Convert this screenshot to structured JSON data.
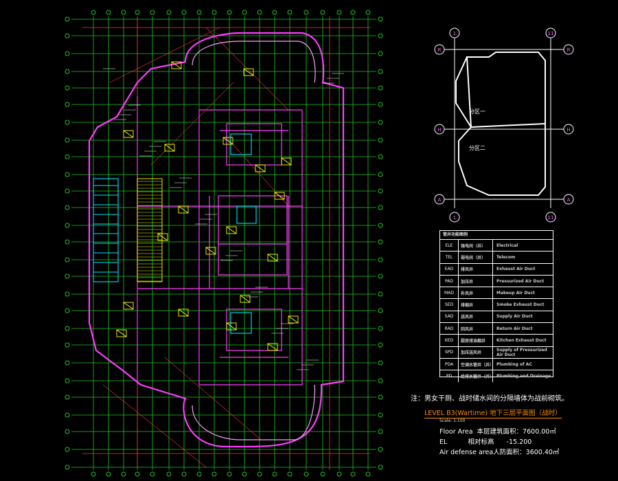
{
  "plan": {
    "grid_labels": {
      "top_left": "1",
      "top_right": "11",
      "left_top": "R",
      "right_top": "R",
      "left_mid": "H",
      "right_mid": "H",
      "left_bottom": "A",
      "right_bottom": "A",
      "bottom_left": "1",
      "bottom_right": "11"
    },
    "zone_one": "分区一",
    "zone_two": "分区二"
  },
  "legend": {
    "title": "管井功能图例",
    "rows": [
      {
        "code": "ELE",
        "cn": "强电间（井）",
        "en": "Electrical"
      },
      {
        "code": "TEL",
        "cn": "弱电间（井）",
        "en": "Telecom"
      },
      {
        "code": "EAD",
        "cn": "排风井",
        "en": "Exhaust Air Duct"
      },
      {
        "code": "PAD",
        "cn": "加压井",
        "en": "Pressurized Air Duct"
      },
      {
        "code": "MAD",
        "cn": "补风井",
        "en": "Makeup Air Duct"
      },
      {
        "code": "SED",
        "cn": "排烟井",
        "en": "Smoke Exhaust Duct"
      },
      {
        "code": "SAD",
        "cn": "送风井",
        "en": "Supply Air Duct"
      },
      {
        "code": "RAD",
        "cn": "回风井",
        "en": "Return Air Duct"
      },
      {
        "code": "KED",
        "cn": "厨房排油烟井",
        "en": "Kitchen Exhaust Duct"
      },
      {
        "code": "SPD",
        "cn": "加压送风井",
        "en": "Supply of Pressurized Air Duct"
      },
      {
        "code": "PDA",
        "cn": "空调水管井（井）",
        "en": "Plumbing of AC"
      },
      {
        "code": "PD",
        "cn": "给排水管井（井）",
        "en": "Plumbing and Drainage"
      }
    ]
  },
  "notes": {
    "note": "注：男女干厕、战时储水间的分隔墙体为战前砌筑。",
    "level_title": "LEVEL B3(Wartime) 地下三层平面图（战时）",
    "scale": "Scale: 1:100",
    "floor_area": "Floor Area  本层建筑面积：7600.00㎡",
    "elevation": "EL          相对标高      -15.200",
    "air_defense": "Air defense area人防面积：3600.40㎡"
  },
  "colors": {
    "grid": "#1ec81e",
    "axis": "#ff3030",
    "wall": "#ff3cff",
    "wall_light": "#ffa0ff",
    "detail": "#ffff00",
    "cyan": "#00e5ff",
    "white": "#ffffff",
    "title": "#ff8c00"
  }
}
